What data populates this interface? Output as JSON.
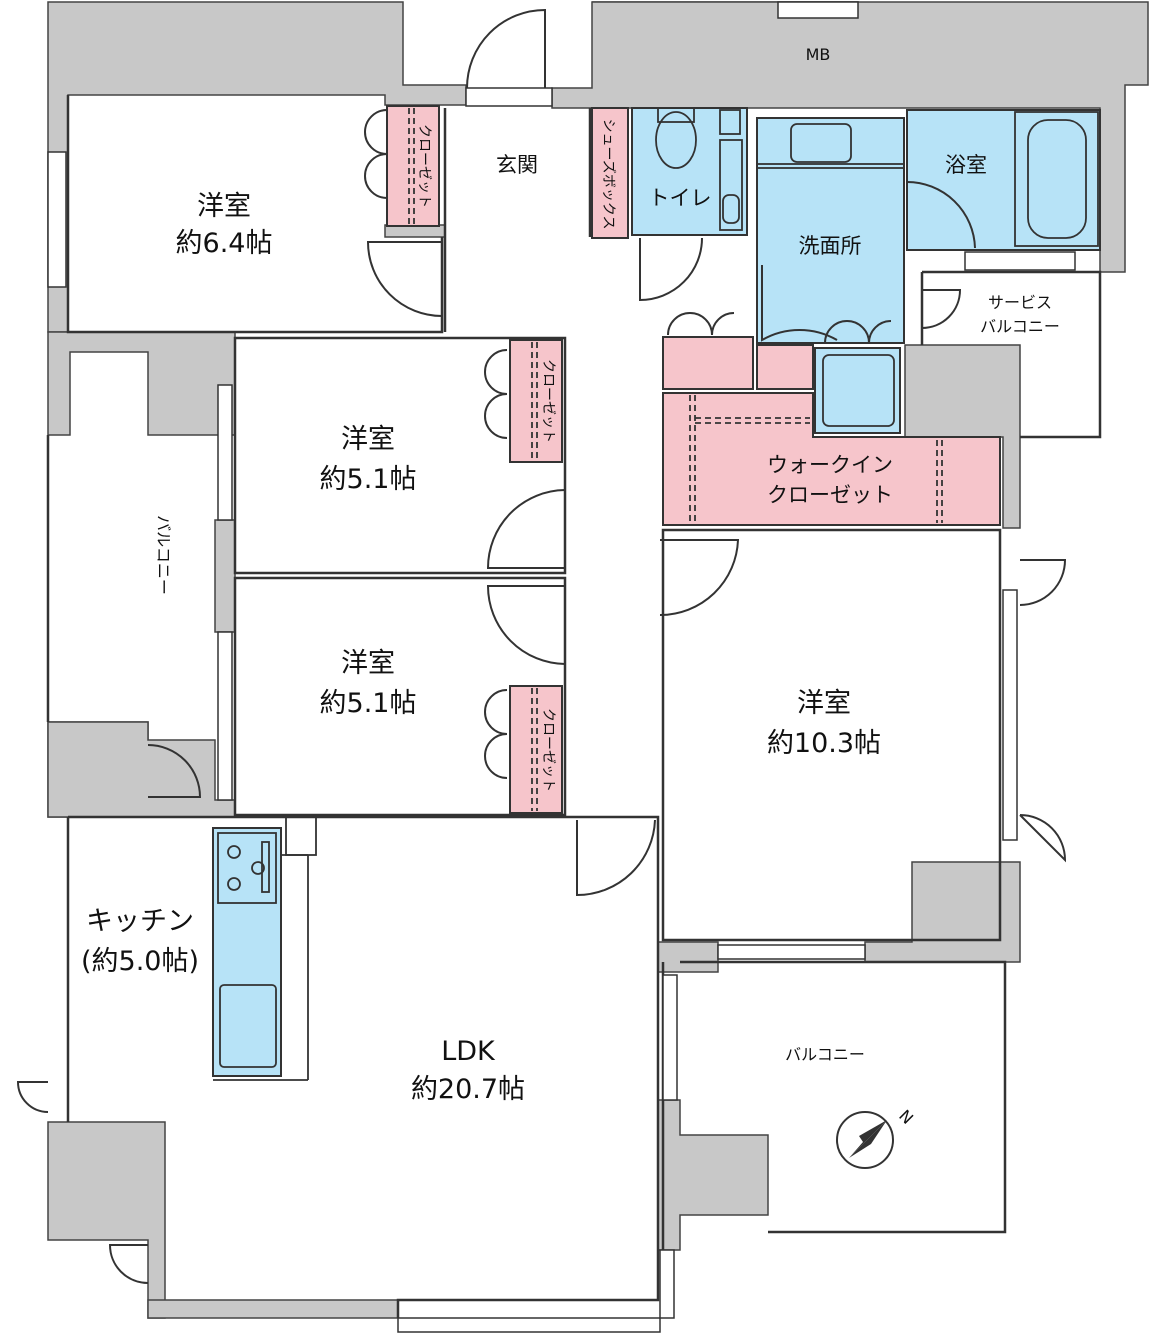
{
  "rooms": {
    "western_room_a": {
      "name": "洋室",
      "size": "約6.4帖"
    },
    "western_room_b": {
      "name": "洋室",
      "size": "約5.1帖"
    },
    "western_room_c": {
      "name": "洋室",
      "size": "約5.1帖"
    },
    "western_room_main": {
      "name": "洋室",
      "size": "約10.3帖"
    },
    "ldk": {
      "name": "LDK",
      "size": "約20.7帖"
    },
    "kitchen": {
      "name": "キッチン",
      "size": "(約5.0帖)"
    },
    "entrance": {
      "name": "玄関"
    },
    "toilet": {
      "name": "トイレ"
    },
    "washroom": {
      "name": "洗面所"
    },
    "bathroom": {
      "name": "浴室"
    },
    "mb": {
      "name": "MB"
    },
    "walk_in_closet": {
      "line1": "ウォークイン",
      "line2": "クローゼット"
    },
    "service_balcony": {
      "line1": "サービス",
      "line2": "バルコニー"
    },
    "balcony_west": {
      "name": "バルコニー"
    },
    "balcony_south": {
      "name": "バルコニー"
    },
    "closet_a": {
      "name": "クローゼット"
    },
    "closet_b": {
      "name": "クローゼット"
    },
    "closet_c": {
      "name": "クローゼット"
    },
    "shoe_box": {
      "name": "シューズボックス"
    }
  },
  "compass": {
    "label": "N"
  },
  "colors": {
    "wall": "#c8c8c8",
    "storage": "#f6c5cb",
    "wet_area": "#b7e3f7",
    "outline": "#333333",
    "background": "#ffffff"
  }
}
